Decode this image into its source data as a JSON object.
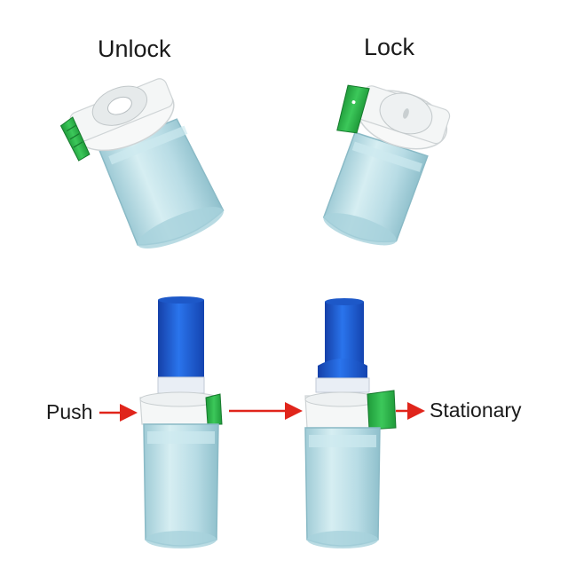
{
  "labels": {
    "unlock": "Unlock",
    "lock": "Lock",
    "push": "Push",
    "stationary": "Stationary"
  },
  "colors": {
    "green_tab": "#2fb24a",
    "blue_tube": "#1f63d8",
    "housing": "#b9dde6",
    "arrow": "#e0251b"
  }
}
